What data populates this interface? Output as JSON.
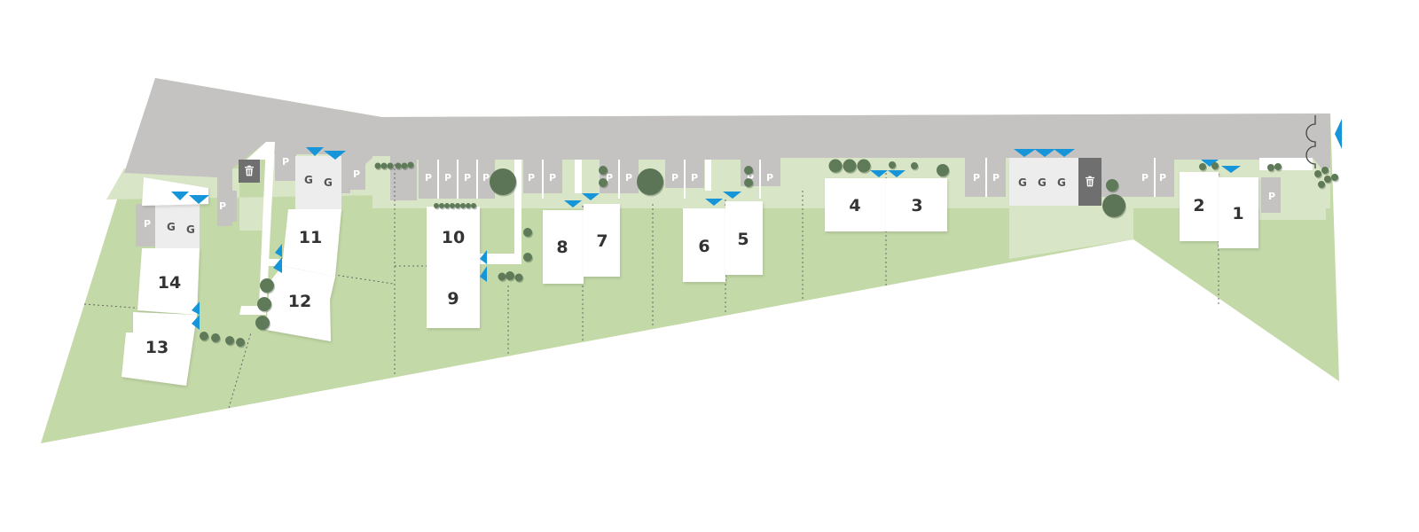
{
  "map": {
    "type": "residential site plan",
    "colors": {
      "road": "#c4c3c2",
      "lawn": "#c4d9a8",
      "lawn_light": "#d8e5c6",
      "house": "#ffffff",
      "garage": "#ededed",
      "entrance_marker": "#1795d9",
      "tree": "#5e7a58",
      "bin_shelter": "#6f6f6f",
      "house_number": "#333333"
    },
    "parking_label": "P",
    "garage_label": "G",
    "houses": [
      {
        "id": "1",
        "label": "1"
      },
      {
        "id": "2",
        "label": "2"
      },
      {
        "id": "3",
        "label": "3"
      },
      {
        "id": "4",
        "label": "4"
      },
      {
        "id": "5",
        "label": "5"
      },
      {
        "id": "6",
        "label": "6"
      },
      {
        "id": "7",
        "label": "7"
      },
      {
        "id": "8",
        "label": "8"
      },
      {
        "id": "9",
        "label": "9"
      },
      {
        "id": "10",
        "label": "10"
      },
      {
        "id": "11",
        "label": "11"
      },
      {
        "id": "12",
        "label": "12"
      },
      {
        "id": "13",
        "label": "13"
      },
      {
        "id": "14",
        "label": "14"
      }
    ],
    "icons": [
      "trash-bin-icon",
      "entrance-marker-icon",
      "tree-icon",
      "gate-icon"
    ]
  }
}
